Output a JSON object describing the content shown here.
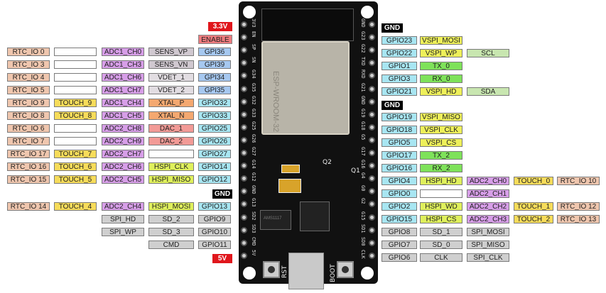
{
  "colors": {
    "rtc": "#efc6ae",
    "touch": "#f7dc5a",
    "adc": "#d79ee8",
    "sens": "#d0c8d0",
    "vdet": "#e2dde2",
    "xtal": "#f4a870",
    "dac": "#f29a96",
    "hspi": "#dff05c",
    "gpi": "#a6c8f0",
    "gpio": "#a8e6f2",
    "spi_flash": "#cfcfcf",
    "vspi": "#eef05a",
    "uart": "#7ee25a",
    "i2c": "#c8e6b0",
    "empty": "#ffffff",
    "v33": "#e0161c",
    "enable": "#ec7b7e",
    "gnd": "#000000",
    "v5": "#e0161c"
  },
  "left": {
    "power_top": "3.3V",
    "enable": "ENABLE",
    "gnd": "GND",
    "power_bottom": "5V",
    "rows": [
      {
        "rtc": "RTC_IO 0",
        "touch": "",
        "adc": "ADC1_CH0",
        "func": "SENS_VP",
        "func_type": "sens",
        "gpio": "GPI36",
        "gpio_type": "gpi"
      },
      {
        "rtc": "RTC_IO 3",
        "touch": "",
        "adc": "ADC1_CH3",
        "func": "SENS_VN",
        "func_type": "sens",
        "gpio": "GPI39",
        "gpio_type": "gpi"
      },
      {
        "rtc": "RTC_IO 4",
        "touch": "",
        "adc": "ADC1_CH6",
        "func": "VDET_1",
        "func_type": "vdet",
        "gpio": "GPI34",
        "gpio_type": "gpi"
      },
      {
        "rtc": "RTC_IO 5",
        "touch": "",
        "adc": "ADC1_CH7",
        "func": "VDET_2",
        "func_type": "vdet",
        "gpio": "GPI35",
        "gpio_type": "gpi"
      },
      {
        "rtc": "RTC_IO 9",
        "touch": "TOUCH_9",
        "adc": "ADC1_CH4",
        "func": "XTAL_P",
        "func_type": "xtal",
        "gpio": "GPIO32",
        "gpio_type": "gpio"
      },
      {
        "rtc": "RTC_IO 8",
        "touch": "TOUCH_8",
        "adc": "ADC1_CH5",
        "func": "XTAL_N",
        "func_type": "xtal",
        "gpio": "GPIO33",
        "gpio_type": "gpio"
      },
      {
        "rtc": "RTC_IO 6",
        "touch": "",
        "adc": "ADC2_CH8",
        "func": "DAC_1",
        "func_type": "dac",
        "gpio": "GPIO25",
        "gpio_type": "gpio"
      },
      {
        "rtc": "RTC_IO 7",
        "touch": "",
        "adc": "ADC2_CH9",
        "func": "DAC_2",
        "func_type": "dac",
        "gpio": "GPIO26",
        "gpio_type": "gpio"
      },
      {
        "rtc": "RTC_IO 17",
        "touch": "TOUCH_7",
        "adc": "ADC2_CH7",
        "func": "",
        "func_type": "empty",
        "gpio": "GPIO27",
        "gpio_type": "gpio"
      },
      {
        "rtc": "RTC_IO 16",
        "touch": "TOUCH_6",
        "adc": "ADC2_CH6",
        "func": "HSPI_CLK",
        "func_type": "hspi",
        "gpio": "GPIO14",
        "gpio_type": "gpio"
      },
      {
        "rtc": "RTC_IO 15",
        "touch": "TOUCH_5",
        "adc": "ADC2_CH5",
        "func": "HSPI_MISO",
        "func_type": "hspi",
        "gpio": "GPIO12",
        "gpio_type": "gpio"
      }
    ],
    "rows_after_gnd": [
      {
        "rtc": "RTC_IO 14",
        "touch": "TOUCH_4",
        "adc": "ADC2_CH4",
        "func": "HSPI_MOSI",
        "func_type": "hspi",
        "gpio": "GPIO13",
        "gpio_type": "gpio"
      }
    ],
    "flash_rows": [
      {
        "spi": "SPI_HD",
        "sd": "SD_2",
        "gpio": "GPIO9"
      },
      {
        "spi": "SPI_WP",
        "sd": "SD_3",
        "gpio": "GPIO10"
      },
      {
        "spi": "",
        "sd": "CMD",
        "gpio": "GPIO11"
      }
    ]
  },
  "right": {
    "gnd_top": "GND",
    "gnd_mid": "GND",
    "rows_a": [
      {
        "gpio": "GPIO23",
        "f1": "VSPI_MOSI",
        "f1_type": "vspi",
        "f2": ""
      },
      {
        "gpio": "GPIO22",
        "f1": "VSPI_WP",
        "f1_type": "vspi",
        "f2": "SCL"
      },
      {
        "gpio": "GPIO1",
        "f1": "TX_0",
        "f1_type": "uart",
        "f2": ""
      },
      {
        "gpio": "GPIO3",
        "f1": "RX_0",
        "f1_type": "uart",
        "f2": ""
      },
      {
        "gpio": "GPIO21",
        "f1": "VSPI_HD",
        "f1_type": "vspi",
        "f2": "SDA"
      }
    ],
    "rows_b": [
      {
        "gpio": "GPIO19",
        "f1": "VSPI_MISO",
        "f1_type": "vspi"
      },
      {
        "gpio": "GPIO18",
        "f1": "VSPI_CLK",
        "f1_type": "vspi"
      },
      {
        "gpio": "GPIO5",
        "f1": "VSPI_CS",
        "f1_type": "vspi"
      },
      {
        "gpio": "GPIO17",
        "f1": "TX_2",
        "f1_type": "uart"
      },
      {
        "gpio": "GPIO16",
        "f1": "RX_2",
        "f1_type": "uart"
      }
    ],
    "rows_c": [
      {
        "gpio": "GPIO4",
        "f1": "HSPI_HD",
        "f1_type": "hspi",
        "adc": "ADC2_CH0",
        "touch": "TOUCH_0",
        "rtc": "RTC_IO 10"
      },
      {
        "gpio": "GPIO0",
        "f1": "",
        "f1_type": "empty",
        "adc": "ADC2_CH1",
        "touch": "",
        "rtc": ""
      },
      {
        "gpio": "GPIO2",
        "f1": "HSPI_WD",
        "f1_type": "hspi",
        "adc": "ADC2_CH2",
        "touch": "TOUCH_1",
        "rtc": "RTC_IO 12"
      },
      {
        "gpio": "GPIO15",
        "f1": "HSPI_CS",
        "f1_type": "hspi",
        "adc": "ADC2_CH3",
        "touch": "TOUCH_2",
        "rtc": "RTC_IO 13"
      }
    ],
    "flash_rows": [
      {
        "gpio": "GPIO8",
        "sd": "SD_1",
        "spi": "SPI_MOSI"
      },
      {
        "gpio": "GPIO7",
        "sd": "SD_0",
        "spi": "SPI_MISO"
      },
      {
        "gpio": "GPIO6",
        "sd": "CLK",
        "spi": "SPI_CLK"
      }
    ]
  },
  "board": {
    "left_pins": [
      "3V3",
      "EN",
      "SP",
      "SN",
      "G34",
      "G35",
      "G32",
      "G33",
      "G25",
      "G26",
      "G27",
      "G14",
      "G12",
      "GND",
      "G13",
      "SD2",
      "SD3",
      "CMD",
      "5V"
    ],
    "right_pins": [
      "GND",
      "G23",
      "G22",
      "TXD",
      "RXD",
      "G21",
      "GND",
      "G19",
      "G18",
      "G5",
      "G17",
      "G16",
      "G4",
      "G0",
      "G2",
      "G15",
      "SD1",
      "SD0",
      "CLK"
    ],
    "rst_label": "RST",
    "boot_label": "BOOT",
    "q2_label": "Q2",
    "q1_label": "Q1",
    "module_label": "ESP-WROOM-32",
    "regulator_label": "AMS1117"
  }
}
